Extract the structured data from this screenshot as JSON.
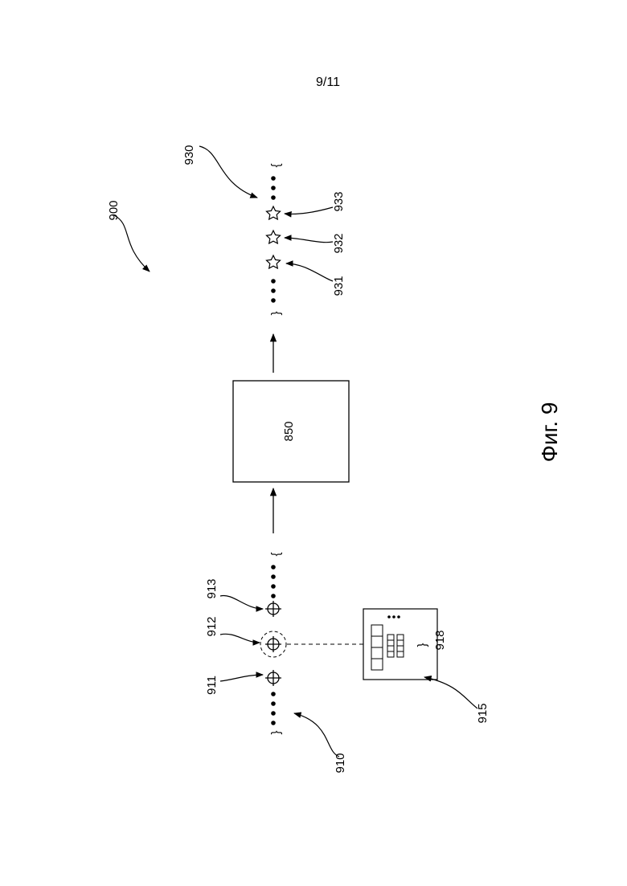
{
  "page": {
    "number": "9/11"
  },
  "figure": {
    "caption": "Фиг. 9",
    "overall_ref": "900",
    "input_sequence": {
      "ref": "910",
      "items": [
        "911",
        "912",
        "913"
      ]
    },
    "detail_box": {
      "ref": "915",
      "group_ref": "918"
    },
    "process_box": {
      "label": "850"
    },
    "output_sequence": {
      "ref": "930",
      "items": [
        "931",
        "932",
        "933"
      ]
    }
  }
}
